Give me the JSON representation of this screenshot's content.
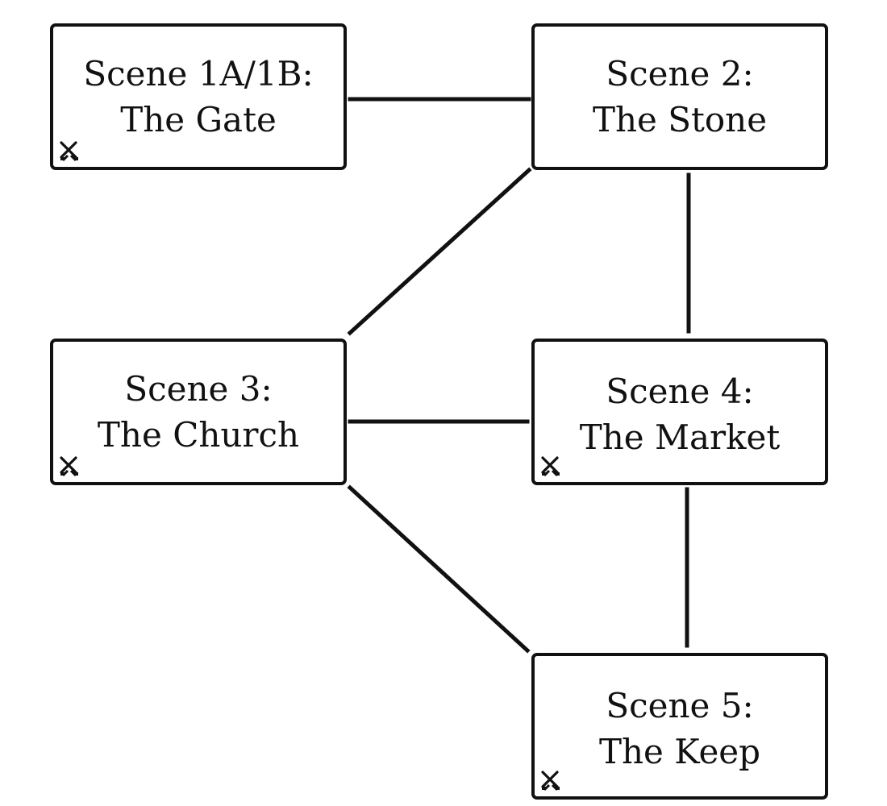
{
  "scenes": [
    {
      "id": "s1",
      "line1": "Scene 1A/1B:",
      "line2": "The Gate",
      "icon": "crossed-swords-icon"
    },
    {
      "id": "s2",
      "line1": "Scene 2:",
      "line2": "The Stone",
      "icon": null
    },
    {
      "id": "s3",
      "line1": "Scene 3:",
      "line2": "The Church",
      "icon": "crossed-swords-icon"
    },
    {
      "id": "s4",
      "line1": "Scene 4:",
      "line2": "The Market",
      "icon": "crossed-swords-icon"
    },
    {
      "id": "s5",
      "line1": "Scene 5:",
      "line2": "The Keep",
      "icon": "crossed-swords-icon"
    }
  ],
  "connections": [
    [
      "s1",
      "s2"
    ],
    [
      "s2",
      "s3"
    ],
    [
      "s2",
      "s4"
    ],
    [
      "s3",
      "s4"
    ],
    [
      "s3",
      "s5"
    ],
    [
      "s4",
      "s5"
    ]
  ],
  "colors": {
    "stroke": "#111111",
    "background": "#ffffff"
  }
}
